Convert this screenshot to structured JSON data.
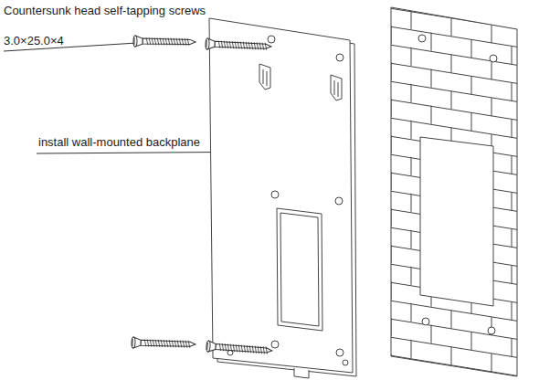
{
  "diagram": {
    "labels": [
      "Countersunk head self-tapping screws",
      "3.0×25.0×4",
      "install wall-mounted backplane"
    ]
  }
}
